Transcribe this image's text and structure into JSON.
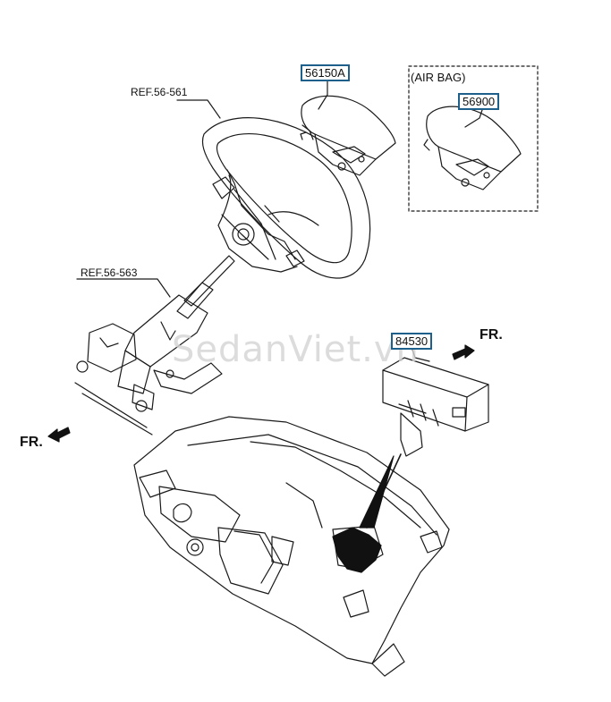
{
  "callouts": {
    "ref_wheel": "REF.56-561",
    "ref_column": "REF.56-563",
    "part_driver_airbag": "56150A",
    "part_airbag": "56900",
    "group_label": "(AIR BAG)",
    "part_control_module": "84530"
  },
  "direction": {
    "fr_top": "FR.",
    "fr_bottom": "FR."
  },
  "watermark": "SedanViet.vn",
  "colors": {
    "line": "#1a1a1a",
    "label_border": "#1f5f8b",
    "watermark": "#d4d4d4"
  }
}
